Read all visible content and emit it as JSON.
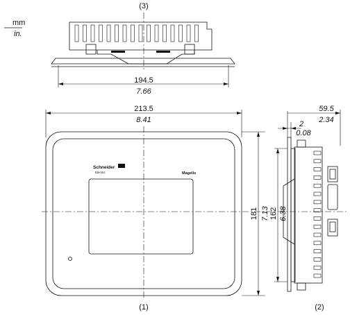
{
  "views": {
    "top": {
      "label": "(3)"
    },
    "front": {
      "label": "(1)",
      "brand_text": "Schneider",
      "brand_subtext": "Electric",
      "product_text": "Magelis"
    },
    "side": {
      "label": "(2)"
    }
  },
  "units": {
    "metric": "mm",
    "imperial": "in."
  },
  "dimensions": {
    "top_width": {
      "mm": "194.5",
      "in": "7.66"
    },
    "front_width": {
      "mm": "213.5",
      "in": "8.41"
    },
    "front_height_outer": {
      "mm": "181",
      "in": "7.13"
    },
    "front_height_inner": {
      "mm": "162",
      "in": "6.38"
    },
    "side_depth": {
      "mm": "59.5",
      "in": "2.34"
    },
    "side_bezel": {
      "mm": "2",
      "in": "0.08"
    }
  }
}
